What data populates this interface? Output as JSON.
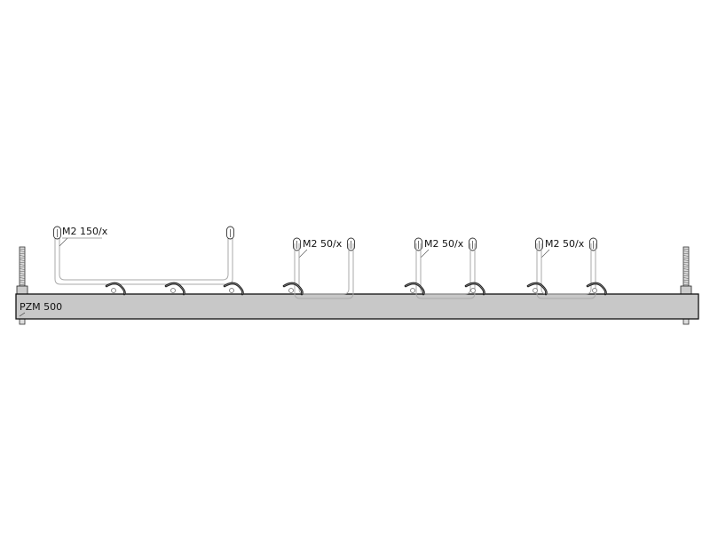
{
  "channel": {
    "label": "PZM 500",
    "fill": "#c8c8c8"
  },
  "brackets": [
    {
      "label": "M2 150/x"
    },
    {
      "label": "M2 50/x"
    },
    {
      "label": "M2 50/x"
    },
    {
      "label": "M2 50/x"
    }
  ],
  "colors": {
    "bracket": "#9a9a9a",
    "clip": "#222222",
    "outline": "#111111"
  }
}
